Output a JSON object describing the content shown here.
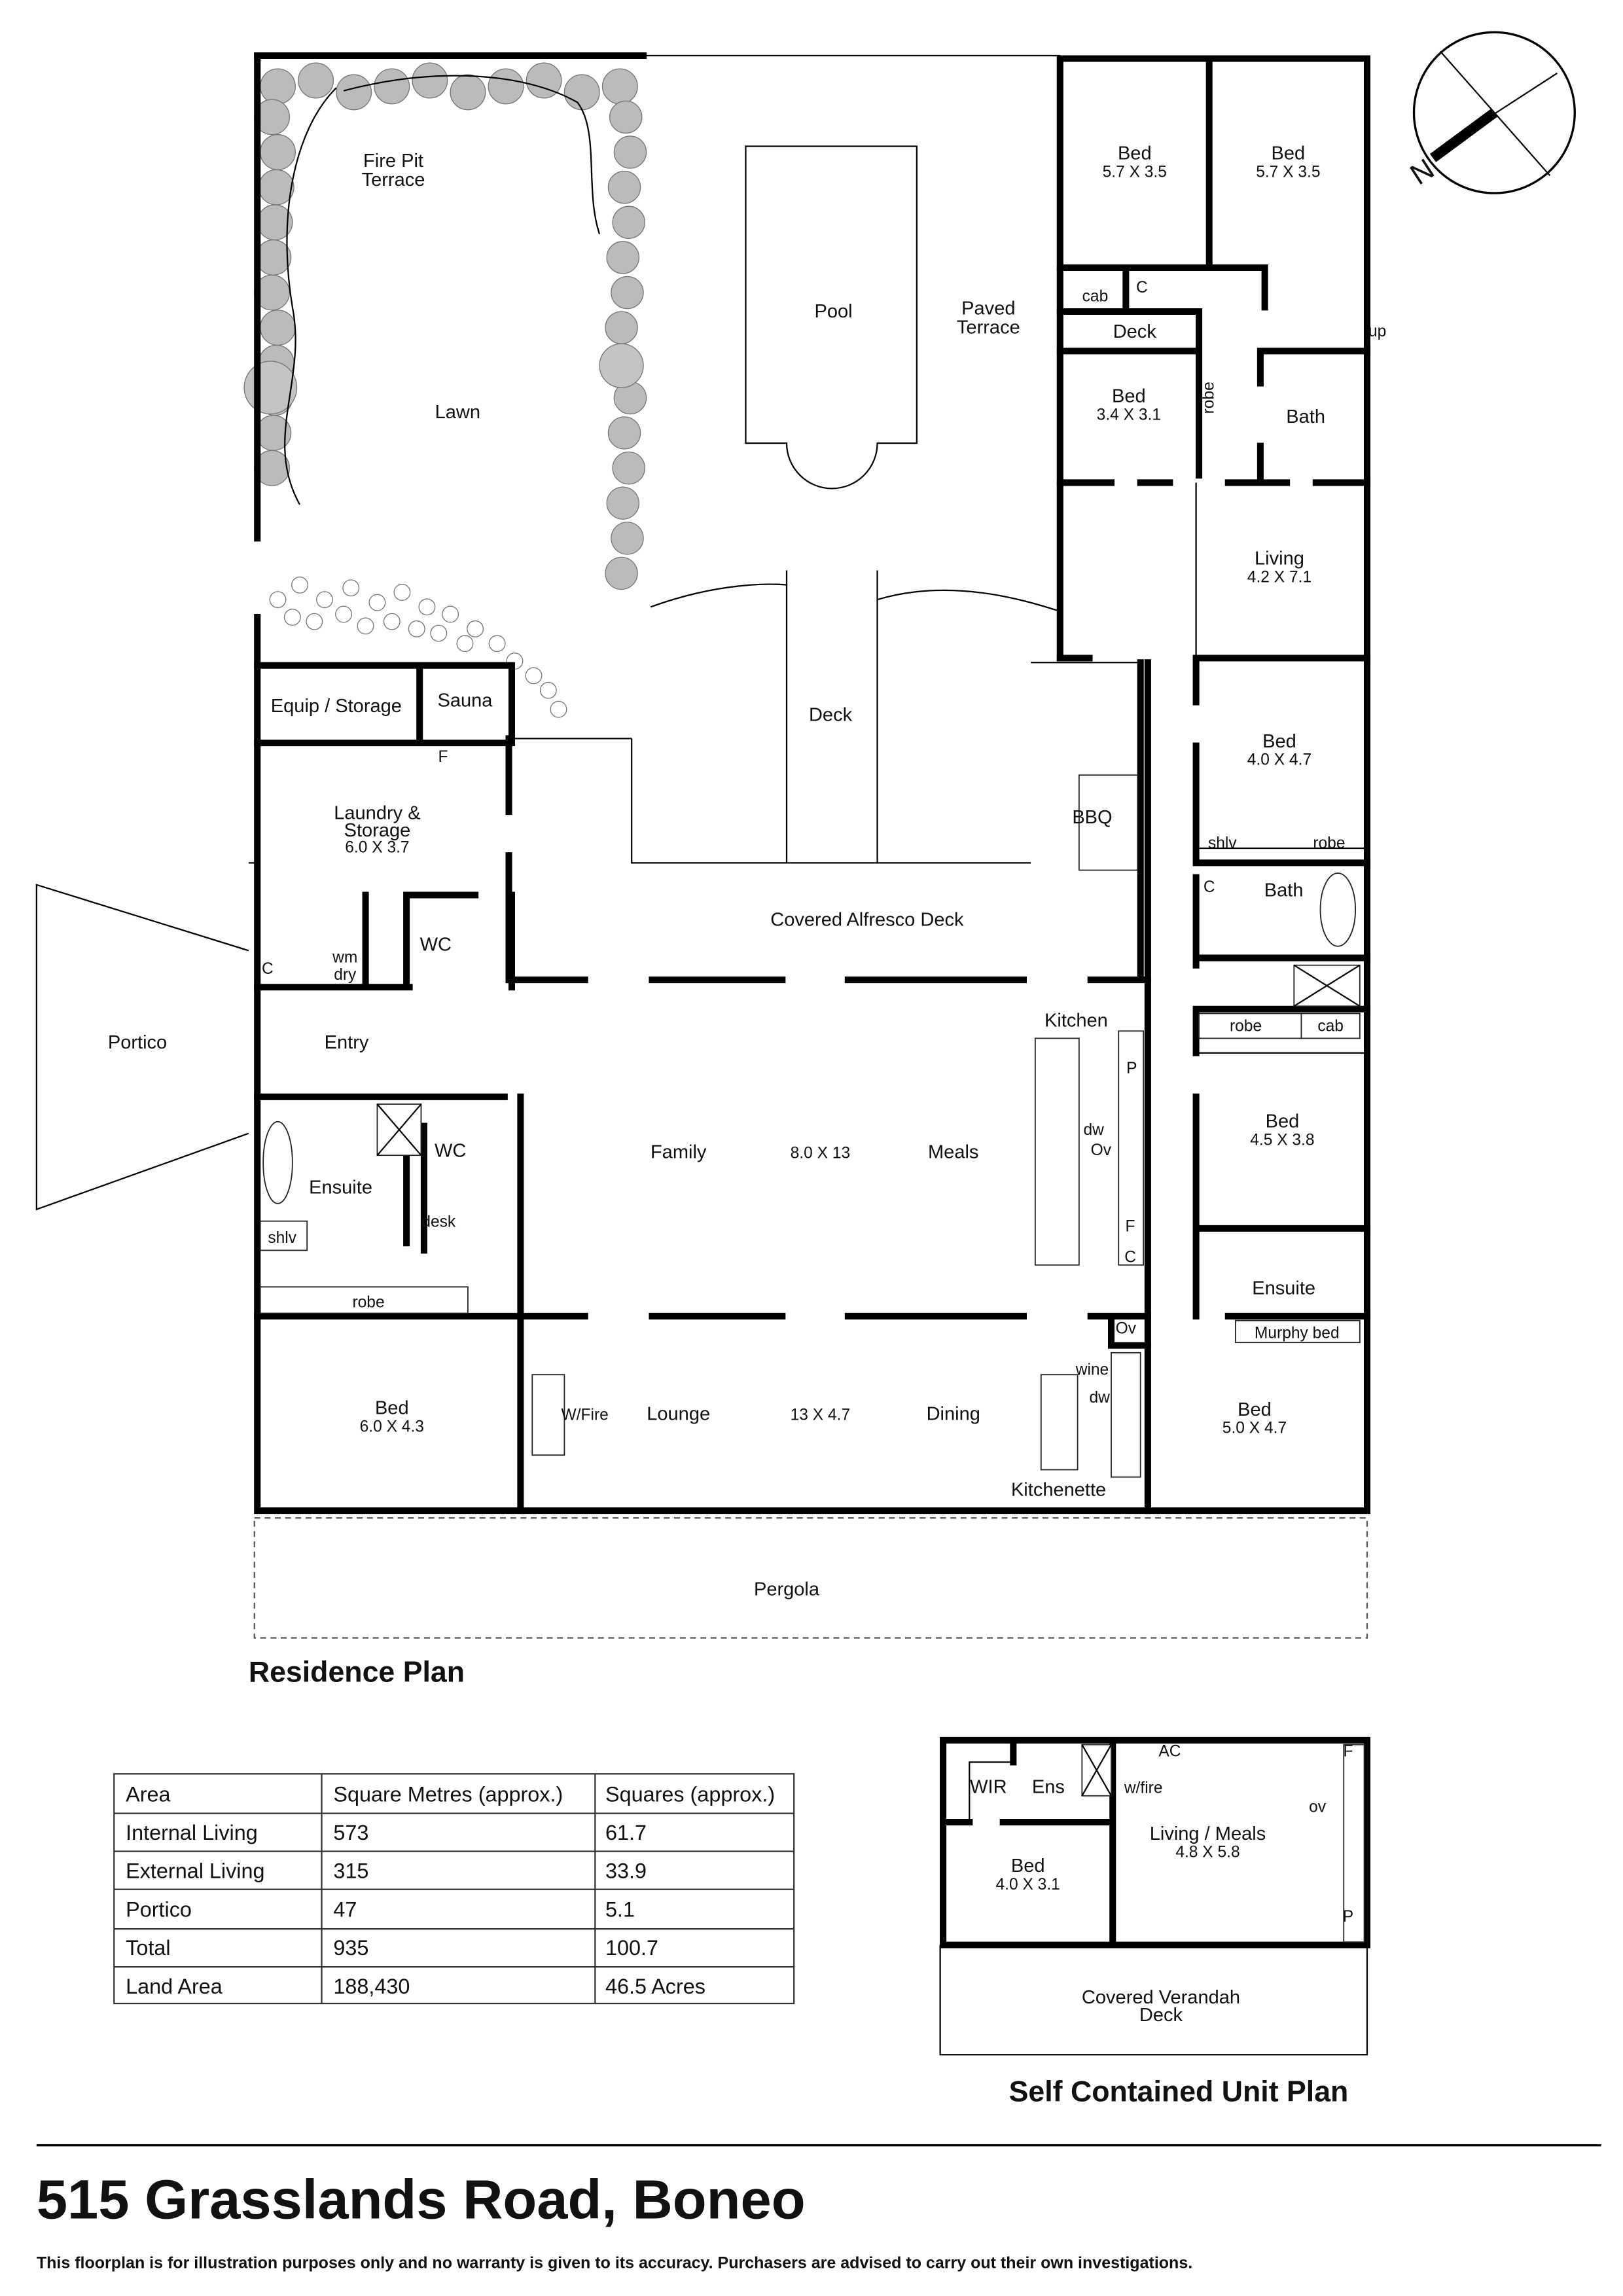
{
  "residence": {
    "heading": "Residence Plan",
    "rooms": {
      "fire_pit_1": "Fire Pit",
      "fire_pit_2": "Terrace",
      "lawn": "Lawn",
      "pool": "Pool",
      "paved_1": "Paved",
      "paved_2": "Terrace",
      "bed1": "Bed",
      "bed1_dim": "5.7 X 3.5",
      "bed2": "Bed",
      "bed2_dim": "5.7 X 3.5",
      "cab1": "cab",
      "c1": "C",
      "deck_small": "Deck",
      "up": "up",
      "bed3": "Bed",
      "bed3_dim": "3.4 X 3.1",
      "robe1": "robe",
      "bath1": "Bath",
      "living": "Living",
      "living_dim": "4.2 X 7.1",
      "equip": "Equip / Storage",
      "sauna": "Sauna",
      "deck": "Deck",
      "bbq": "BBQ",
      "bed4": "Bed",
      "bed4_dim": "4.0 X 4.7",
      "shlv1": "shlv",
      "robe2": "robe",
      "f1": "F",
      "laundry_1": "Laundry &",
      "laundry_2": "Storage",
      "laundry_dim": "6.0 X 3.7",
      "c2": "C",
      "bath2": "Bath",
      "alfresco": "Covered Alfresco Deck",
      "wm": "wm",
      "dry": "dry",
      "wc1": "WC",
      "c3": "C",
      "kitchen": "Kitchen",
      "robe3": "robe",
      "cab2": "cab",
      "portico": "Portico",
      "entry": "Entry",
      "p1": "P",
      "family": "Family",
      "family_dim": "8.0 X 13",
      "meals": "Meals",
      "dw1": "dw",
      "ov1": "Ov",
      "bed5": "Bed",
      "bed5_dim": "4.5 X 3.8",
      "wc2": "WC",
      "ensuite1": "Ensuite",
      "desk": "desk",
      "shlv2": "shlv",
      "f2": "F",
      "c4": "C",
      "ensuite2": "Ensuite",
      "robe4": "robe",
      "ov2": "Ov",
      "murphy": "Murphy bed",
      "wine": "wine",
      "dw2": "dw",
      "bed6": "Bed",
      "bed6_dim": "6.0 X 4.3",
      "wfire": "W/Fire",
      "lounge": "Lounge",
      "lounge_dim": "13 X 4.7",
      "dining": "Dining",
      "bed7": "Bed",
      "bed7_dim": "5.0 X 4.7",
      "kitchenette": "Kitchenette",
      "pergola": "Pergola"
    }
  },
  "area_table": {
    "headers": [
      "Area",
      "Square Metres (approx.)",
      "Squares (approx.)"
    ],
    "rows": [
      [
        "Internal Living",
        "573",
        "61.7"
      ],
      [
        "External Living",
        "315",
        "33.9"
      ],
      [
        "Portico",
        "47",
        "5.1"
      ],
      [
        "Total",
        "935",
        "100.7"
      ],
      [
        "Land Area",
        "188,430",
        "46.5 Acres"
      ]
    ]
  },
  "unit": {
    "heading": "Self Contained Unit Plan",
    "rooms": {
      "ac": "AC",
      "wir": "WIR",
      "ens": "Ens",
      "wfire": "w/fire",
      "f": "F",
      "ov": "ov",
      "living": "Living / Meals",
      "living_dim": "4.8 X 5.8",
      "bed": "Bed",
      "bed_dim": "4.0 X 3.1",
      "p": "P",
      "verandah_1": "Covered Verandah",
      "verandah_2": "Deck"
    }
  },
  "compass": {
    "label": "N",
    "icon": "north-arrow-icon"
  },
  "footer": {
    "address": "515 Grasslands Road, Boneo",
    "disclaimer": "This floorplan is for illustration purposes only and no warranty is given to its accuracy. Purchasers are advised to carry out their own investigations."
  }
}
